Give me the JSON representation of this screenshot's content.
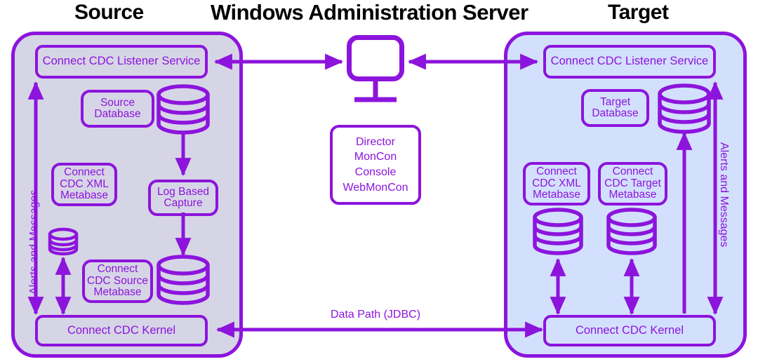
{
  "diagram": {
    "title_center": "Windows Administration Server",
    "title_left": "Source",
    "title_right": "Target",
    "accent_color": "#8c14dc",
    "source_panel_color": "#d6d5e6",
    "target_panel_color": "#d3e0fd",
    "heading_color": "#000000"
  },
  "source": {
    "listener_service": "Connect CDC Listener Service",
    "database": "Source\nDatabase",
    "database_line1": "Source",
    "database_line2": "Database",
    "xml_metabase_line1": "Connect",
    "xml_metabase_line2": "CDC XML",
    "xml_metabase_line3": "Metabase",
    "log_capture_line1": "Log Based",
    "log_capture_line2": "Capture",
    "source_metabase_line1": "Connect",
    "source_metabase_line2": "CDC Source",
    "source_metabase_line3": "Metabase",
    "kernel": "Connect CDC Kernel",
    "alerts_label": "Alerts and Messages"
  },
  "target": {
    "listener_service": "Connect CDC Listener Service",
    "database_line1": "Target",
    "database_line2": "Database",
    "xml_metabase_line1": "Connect",
    "xml_metabase_line2": "CDC XML",
    "xml_metabase_line3": "Metabase",
    "target_metabase_line1": "Connect",
    "target_metabase_line2": "CDC Target",
    "target_metabase_line3": "Metabase",
    "kernel": "Connect CDC Kernel",
    "alerts_label": "Alerts and Messages"
  },
  "center": {
    "services_line1": "Director",
    "services_line2": "MonCon",
    "services_line3": "Console",
    "services_line4": "WebMonCon",
    "monitor_icon": "desktop-monitor-icon"
  },
  "connections": {
    "data_path_label": "Data Path (JDBC)",
    "source_to_server": "bidirectional",
    "server_to_target": "bidirectional",
    "data_path": "bidirectional"
  }
}
